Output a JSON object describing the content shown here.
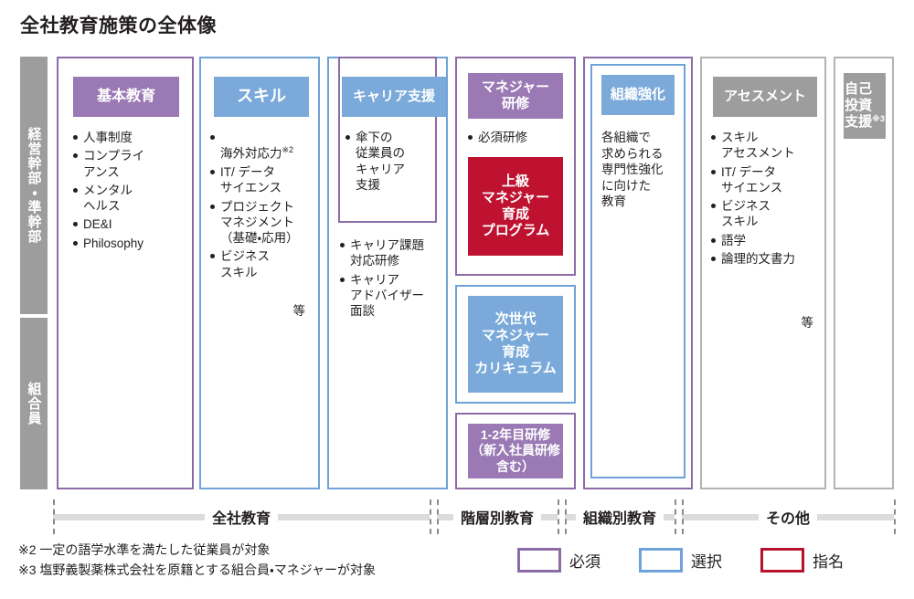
{
  "title": "全社教育施策の全体像",
  "axis": {
    "top_label": "経営幹部・準幹部",
    "bottom_label": "組合員"
  },
  "columns": [
    {
      "id": "basic-education",
      "frame": "purple",
      "chip": {
        "label": "基本教育",
        "style": "purple"
      },
      "items": [
        "人事制度",
        "コンプライ\nアンス",
        "メンタル\nヘルス",
        "DE&I",
        "Philosophy"
      ],
      "etc": ""
    },
    {
      "id": "skill",
      "frame": "blue",
      "chip": {
        "label": "スキル",
        "style": "blue"
      },
      "items": [
        "海外対応力",
        "IT/ データ\nサイエンス",
        "プロジェクト\nマネジメント\n（基礎・応用）",
        "ビジネス\nスキル"
      ],
      "item_sup": "※2",
      "etc": "等"
    },
    {
      "id": "career-support",
      "frame": "blue",
      "chip": {
        "label": "キャリア支援",
        "style": "blue"
      },
      "inner_frame": "purple",
      "inner_items": [
        "傘下の\n従業員の\nキャリア\n支援"
      ],
      "items": [
        "キャリア課題\n対応研修",
        "キャリア\nアドバイザー\n面談"
      ],
      "etc": ""
    },
    {
      "id": "manager-training",
      "frame": "purple",
      "chip": {
        "label": "マネジャー\n研修",
        "style": "purple"
      },
      "items": [
        "必須研修"
      ],
      "blocks": [
        {
          "id": "senior-manager-program",
          "label": "上級\nマネジャー\n育成\nプログラム",
          "style": "red"
        },
        {
          "id": "next-gen-manager-curriculum",
          "label": "次世代\nマネジャー\n育成\nカリキュラム",
          "style": "blue",
          "frame": "blue"
        },
        {
          "id": "year-1-2-training",
          "label": "1-2年目研修\n（新入社員研修\n含む）",
          "style": "purple",
          "frame": "purple"
        }
      ],
      "etc": ""
    },
    {
      "id": "org-strengthening",
      "frame": "purple",
      "inner_frame": "blue",
      "chip": {
        "label": "組織強化",
        "style": "blue"
      },
      "text": "各組織で\n求められる\n専門性強化\nに向けた\n教育",
      "etc": ""
    },
    {
      "id": "assessment",
      "frame": "gray",
      "chip": {
        "label": "アセスメント",
        "style": "gray"
      },
      "items": [
        "スキル\nアセスメント",
        "IT/ データ\nサイエンス",
        "ビジネス\nスキル",
        "語学",
        "論理的文書力"
      ],
      "etc": "等"
    },
    {
      "id": "self-investment",
      "frame": "gray",
      "chip": {
        "label": "自己\n投資\n支援",
        "style": "gray",
        "sup": "※3"
      },
      "items": [],
      "etc": ""
    }
  ],
  "categories": [
    {
      "id": "company-wide-education",
      "label": "全社教育"
    },
    {
      "id": "level-based-education",
      "label": "階層別教育"
    },
    {
      "id": "org-based-education",
      "label": "組織別教育"
    },
    {
      "id": "other",
      "label": "その他"
    }
  ],
  "notes": [
    "※2 一定の語学水準を満たした従業員が対象",
    "※3 塩野義製薬株式会社を原籍とする組合員・マネジャーが対象"
  ],
  "legend": [
    {
      "id": "mandatory",
      "label": "必須",
      "style": "purple",
      "color": "#8c6ca8"
    },
    {
      "id": "elective",
      "label": "選択",
      "style": "blue",
      "color": "#6fa2d8"
    },
    {
      "id": "nominated",
      "label": "指名",
      "style": "red",
      "color": "#b8132c"
    }
  ],
  "colors": {
    "purple": "#8c6ca8",
    "purple_fill": "#9a79b4",
    "blue": "#6fa2d8",
    "blue_fill": "#7aa9da",
    "gray": "#9d9d9d",
    "red": "#be1230",
    "rule": "#dcdcdc",
    "text": "#231f20"
  }
}
